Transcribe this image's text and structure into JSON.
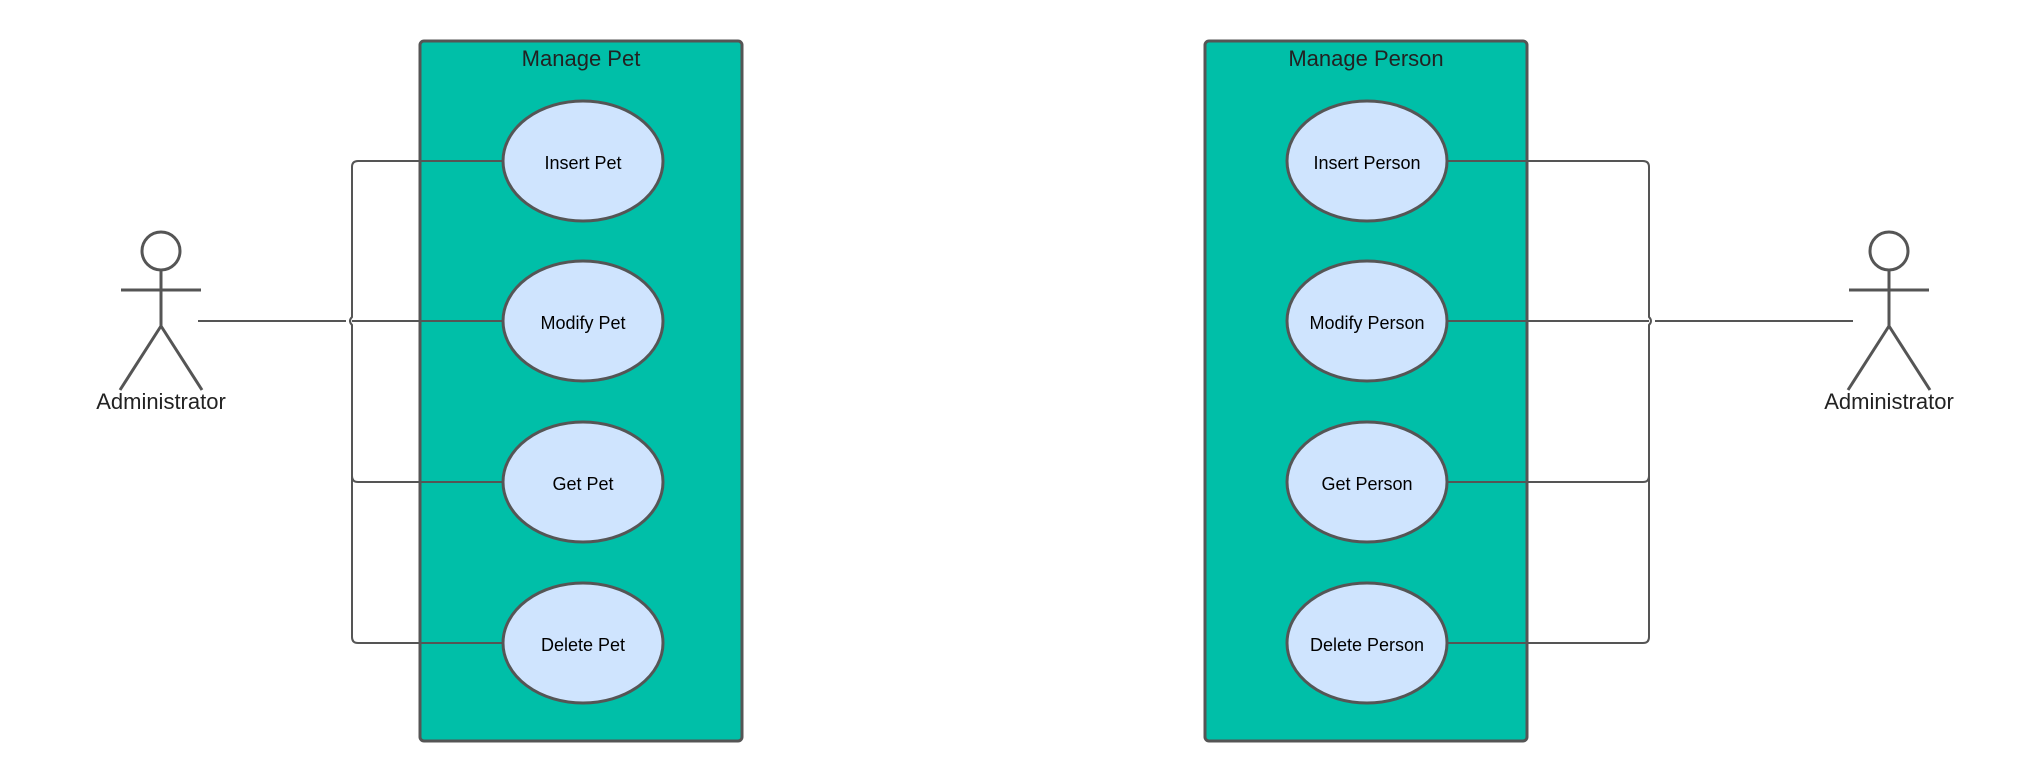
{
  "colors": {
    "system_fill": "#00bfa8",
    "usecase_fill": "#cfe4fe",
    "stroke": "#555555"
  },
  "systems": [
    {
      "title": "Manage Pet",
      "use_cases": [
        "Insert Pet",
        "Modify Pet",
        "Get Pet",
        "Delete Pet"
      ]
    },
    {
      "title": "Manage Person",
      "use_cases": [
        "Insert Person",
        "Modify Person",
        "Get Person",
        "Delete Person"
      ]
    }
  ],
  "actors": [
    {
      "label": "Administrator"
    },
    {
      "label": "Administrator"
    }
  ]
}
